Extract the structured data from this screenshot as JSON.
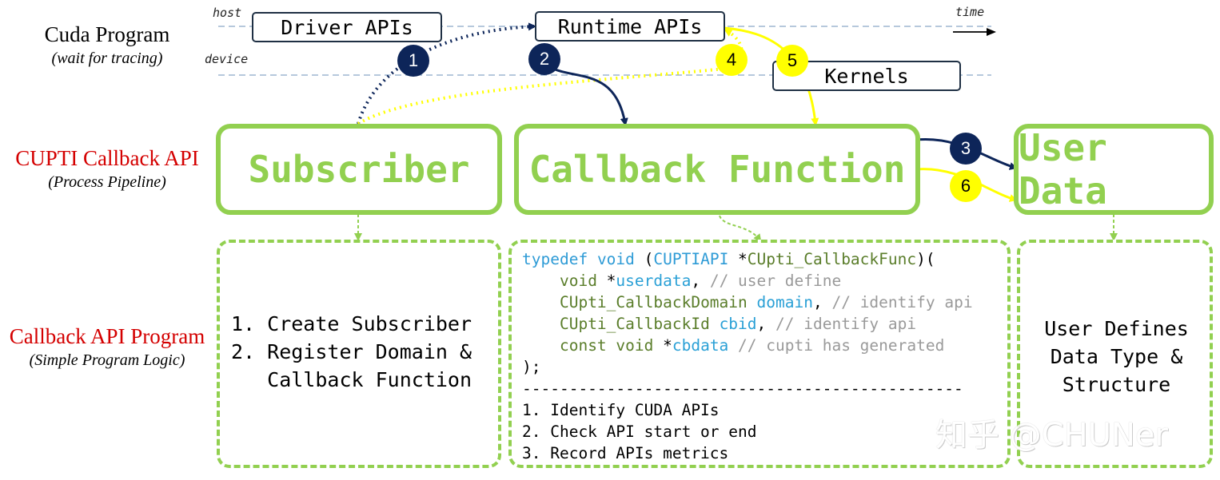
{
  "rows": {
    "cuda_program": {
      "title": "Cuda Program",
      "subtitle": "(wait for tracing)"
    },
    "cupti_callback_api": {
      "title": "CUPTI Callback API",
      "subtitle": "(Process Pipeline)"
    },
    "callback_api_program": {
      "title": "Callback API Program",
      "subtitle": "(Simple Program Logic)"
    }
  },
  "timeline": {
    "host_label": "host",
    "device_label": "device",
    "time_label": "time"
  },
  "api_boxes": {
    "driver": "Driver APIs",
    "runtime": "Runtime APIs",
    "kernels": "Kernels"
  },
  "components": {
    "subscriber": "Subscriber",
    "callback_function": "Callback Function",
    "user_data": "User Data"
  },
  "subscriber_steps": [
    "1. Create Subscriber",
    "2. Register Domain &",
    "   Callback Function"
  ],
  "code": {
    "l1_typedef": "typedef",
    "l1_void": "void",
    "l1_open": " (",
    "l1_api": "CUPTIAPI",
    "l1_ptr": " *",
    "l1_name": "CUpti_CallbackFunc",
    "l1_close": ")(",
    "l2_type": "void",
    "l2_ptr": " *",
    "l2_var": "userdata",
    "l2_comma": ", ",
    "l2_comment": "// user define",
    "l3_type": "CUpti_CallbackDomain",
    "l3_var": "domain",
    "l3_comma": ", ",
    "l3_comment": "// identify api",
    "l4_type": "CUpti_CallbackId",
    "l4_var": "cbid",
    "l4_comma": ", ",
    "l4_comment": "// identify api",
    "l5_type": "const void",
    "l5_ptr": " *",
    "l5_var": "cbdata",
    "l5_comment": " // cupti has generated",
    "l6_end": ");",
    "separator": "-----------------------------------------------"
  },
  "callback_steps": [
    "1. Identify CUDA APIs",
    "2. Check API start or end",
    "3. Record APIs metrics"
  ],
  "user_data_text": [
    "User Defines",
    "Data Type &",
    "Structure"
  ],
  "badges": [
    "1",
    "2",
    "3",
    "4",
    "5",
    "6"
  ],
  "watermark": "知乎 @CHUNer",
  "colors": {
    "green": "#92d050",
    "navy": "#0d2559",
    "yellow": "#ffff00",
    "red_label": "#d40000",
    "code_keyword": "#2e9bd6",
    "code_type": "#5a7d2a",
    "code_comment": "#9a9a9a"
  }
}
